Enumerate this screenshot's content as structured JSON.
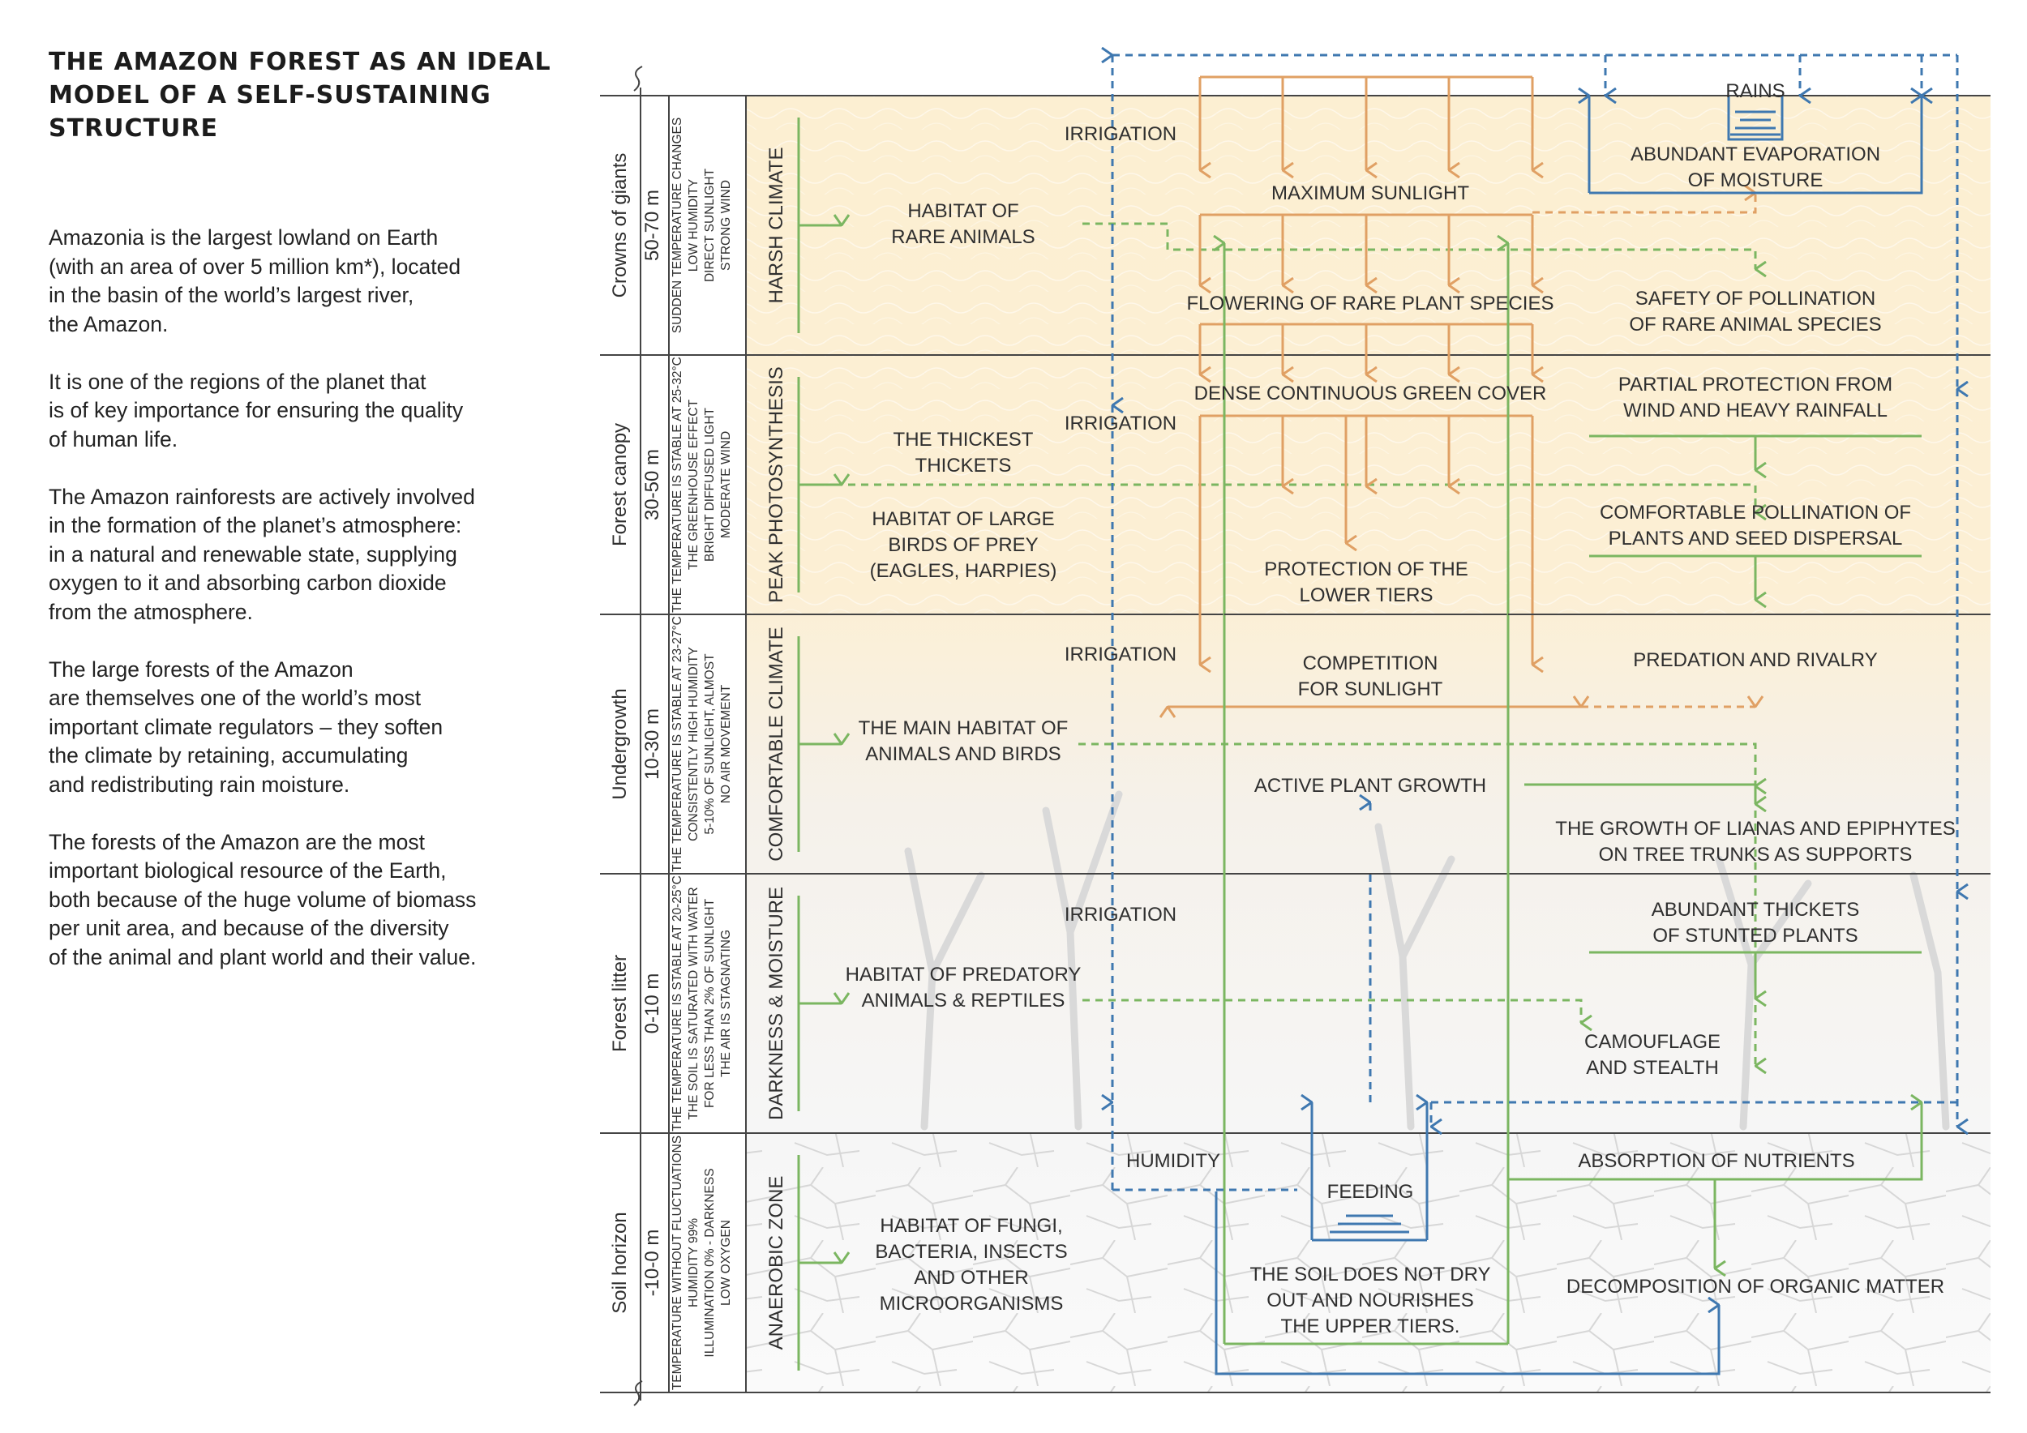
{
  "title": "THE AMAZON FOREST AS AN IDEAL MODEL OF A SELF-SUSTAINING STRUCTURE",
  "intro": [
    "Amazonia is the largest lowland on Earth\n(with an area of over 5 million km*), located\nin the basin of the world’s largest river,\nthe Amazon.",
    "It is one of the regions of the planet that\nis of key importance for ensuring the quality\nof human life.",
    "The Amazon rainforests are actively involved\nin the formation of the planet’s atmosphere:\nin a natural and renewable state, supplying\noxygen to it and absorbing carbon dioxide\nfrom the atmosphere.",
    "The large forests of the Amazon\nare themselves one of the world’s most\nimportant climate regulators – they soften\nthe climate by retaining, accumulating\nand redistributing rain moisture.",
    "The forests of the Amazon are the most\nimportant biological resource of the Earth,\nboth because of the huge volume of biomass\nper unit area, and because of the diversity\nof the animal and plant world and their value."
  ],
  "colors": {
    "orange": "#E0A064",
    "green": "#7BB661",
    "blue": "#3F78B0",
    "zone_yellow": "#FCEFD2",
    "grid": "#444444"
  },
  "tiers": [
    {
      "name": "Crowns of giants",
      "height": "50-70 m",
      "conditions": [
        "SUDDEN TEMPERATURE CHANGES",
        "LOW HUMIDITY",
        "DIRECT SUNLIGHT",
        "STRONG WIND"
      ],
      "climate": "HARSH CLIMATE",
      "habitat": [
        "HABITAT OF",
        "RARE ANIMALS"
      ]
    },
    {
      "name": "Forest canopy",
      "height": "30-50 m",
      "conditions": [
        "THE TEMPERATURE IS STABLE AT 25-32°C",
        "THE GREENHOUSE EFFECT",
        "BRIGHT DIFFUSED LIGHT",
        "MODERATE WIND"
      ],
      "climate": "PEAK PHOTOSYNTHESIS",
      "habitat": [
        "THE THICKEST",
        "THICKETS"
      ],
      "habitat2": [
        "HABITAT OF LARGE",
        "BIRDS OF PREY",
        "(EAGLES, HARPIES)"
      ]
    },
    {
      "name": "Undergrowth",
      "height": "10-30 m",
      "conditions": [
        "THE TEMPERATURE IS STABLE AT 23-27°C",
        "CONSISTENTLY HIGH HUMIDITY",
        "5-10% OF SUNLIGHT, ALMOST",
        "NO AIR MOVEMENT"
      ],
      "climate": "COMFORTABLE CLIMATE",
      "habitat": [
        "THE MAIN HABITAT OF",
        "ANIMALS AND BIRDS"
      ]
    },
    {
      "name": "Forest litter",
      "height": "0-10 m",
      "conditions": [
        "THE TEMPERATURE IS STABLE AT 20-25°C",
        "THE SOIL IS SATURATED WITH WATER",
        "FOR LESS THAN 2% OF SUNLIGHT",
        "THE AIR IS STAGNATING"
      ],
      "climate": "DARKNESS & MOISTURE",
      "habitat": [
        "HABITAT OF PREDATORY",
        "ANIMALS & REPTILES"
      ]
    },
    {
      "name": "Soil horizon",
      "height": "-10-0 m",
      "conditions": [
        "TEMPERATURE WITHOUT FLUCTUATIONS",
        "HUMIDITY 99%",
        "ILLUMINATION 0% - DARKNESS",
        "LOW OXYGEN"
      ],
      "climate": "ANAEROBIC ZONE",
      "habitat": [
        "HABITAT OF FUNGI,",
        "BACTERIA, INSECTS",
        "AND OTHER",
        "MICROORGANISMS"
      ]
    }
  ],
  "labels": {
    "irrigation": "IRRIGATION",
    "max_sunlight": "MAXIMUM SUNLIGHT",
    "flowering": "FLOWERING OF RARE PLANT SPECIES",
    "dense_cover": "DENSE CONTINUOUS GREEN COVER",
    "protection_lower": [
      "PROTECTION OF THE",
      "LOWER TIERS"
    ],
    "competition": [
      "COMPETITION",
      "FOR SUNLIGHT"
    ],
    "active_growth": "ACTIVE PLANT GROWTH",
    "rains": "RAINS",
    "evaporation": [
      "ABUNDANT EVAPORATION",
      "OF MOISTURE"
    ],
    "safety_pollination": [
      "SAFETY OF POLLINATION",
      "OF RARE ANIMAL SPECIES"
    ],
    "partial_protection": [
      "PARTIAL PROTECTION FROM",
      "WIND AND HEAVY RAINFALL"
    ],
    "comfortable_pollination": [
      "COMFORTABLE POLLINATION OF",
      "PLANTS AND SEED DISPERSAL"
    ],
    "predation": "PREDATION AND RIVALRY",
    "lianas": [
      "THE GROWTH OF LIANAS AND EPIPHYTES",
      "ON TREE TRUNKS AS SUPPORTS"
    ],
    "stunted": [
      "ABUNDANT THICKETS",
      "OF STUNTED PLANTS"
    ],
    "camouflage": [
      "CAMOUFLAGE",
      "AND STEALTH"
    ],
    "humidity": "HUMIDITY",
    "feeding": "FEEDING",
    "absorption": "ABSORPTION OF NUTRIENTS",
    "soil_nourish": [
      "THE SOIL DOES NOT DRY",
      "OUT AND NOURISHES",
      "THE UPPER TIERS."
    ],
    "decomposition": "DECOMPOSITION OF ORGANIC MATTER"
  }
}
